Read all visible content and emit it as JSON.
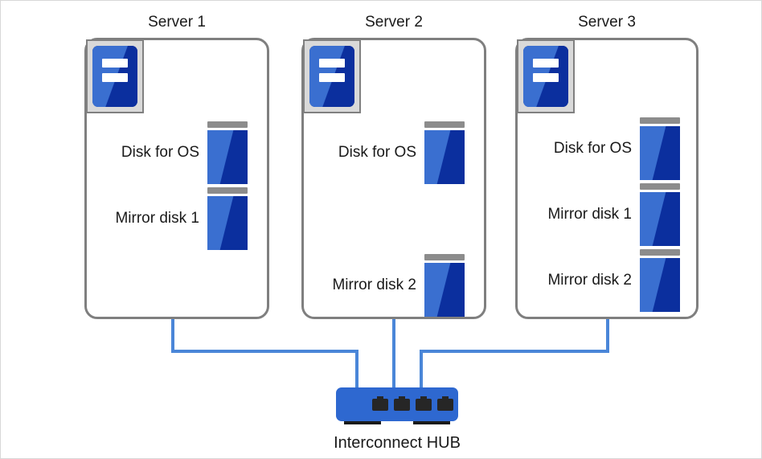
{
  "diagram": {
    "title_note": "Three-server mirror disk cluster connected via interconnect HUB",
    "colors": {
      "server_border": "#7f7f7f",
      "disk_blue_light": "#3a6fd0",
      "disk_blue_dark": "#0b2f9e",
      "disk_cap_gray": "#8c8c8c",
      "wire_blue": "#4a86d8",
      "hub_blue": "#2e68d0",
      "icon_frame_gray": "#d9d9d9",
      "page_border": "#d8d8d8"
    }
  },
  "servers": [
    {
      "id": "server-1",
      "title": "Server 1",
      "disks": [
        {
          "label": "Disk for OS",
          "icon": "disk-icon"
        },
        {
          "label": "Mirror disk 1",
          "icon": "disk-icon"
        }
      ]
    },
    {
      "id": "server-2",
      "title": "Server 2",
      "disks": [
        {
          "label": "Disk for OS",
          "icon": "disk-icon"
        },
        {
          "label": "Mirror disk 2",
          "icon": "disk-icon"
        }
      ]
    },
    {
      "id": "server-3",
      "title": "Server 3",
      "disks": [
        {
          "label": "Disk for OS",
          "icon": "disk-icon"
        },
        {
          "label": "Mirror disk 1",
          "icon": "disk-icon"
        },
        {
          "label": "Mirror disk 2",
          "icon": "disk-icon"
        }
      ]
    }
  ],
  "hub": {
    "caption": "Interconnect HUB",
    "port_count": 4,
    "icon": "network-hub-icon"
  }
}
